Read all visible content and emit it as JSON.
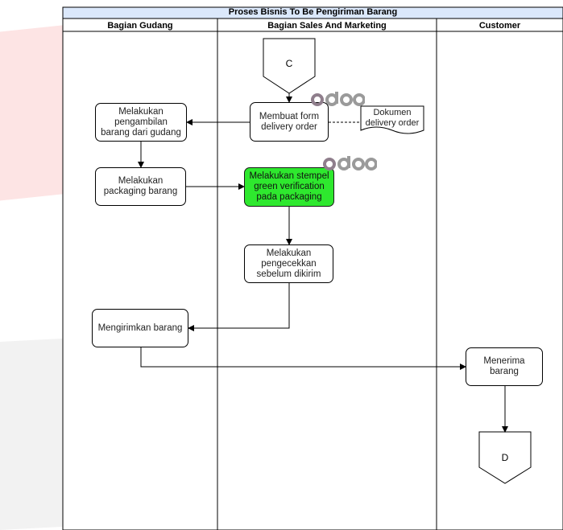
{
  "diagram": {
    "title": "Proses Bisnis To Be Pengiriman Barang",
    "lanes": [
      "Bagian Gudang",
      "Bagian Sales And Marketing",
      "Customer"
    ],
    "start_connector": "C",
    "end_connector": "D",
    "nodes": {
      "ambil": "Melakukan pengambilan barang dari gudang",
      "packaging": "Melakukan packaging barang",
      "kirim": "Mengirimkan barang",
      "form_do": "Membuat form delivery order",
      "stempel": "Melakukan stempel green verification pada packaging",
      "cek": "Melakukan pengecekkan sebelum dikirim",
      "terima": "Menerima barang"
    },
    "document": "Dokumen delivery order",
    "logo_text": "odoo",
    "colors": {
      "highlight": "#2ee82e",
      "logo": "#8f7e8c",
      "header_bg": "#dbe8fb"
    }
  }
}
